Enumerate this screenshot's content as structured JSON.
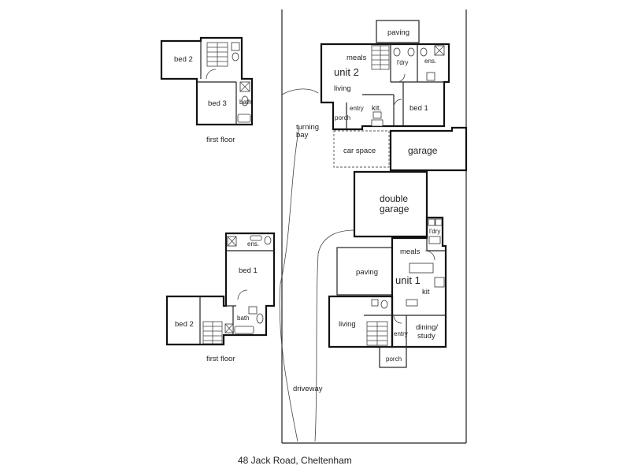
{
  "caption": "48 Jack Road, Cheltenham",
  "first_floor_top": {
    "bed2": "bed 2",
    "bed3": "bed 3",
    "bath": "bath",
    "floor_label": "first floor"
  },
  "first_floor_bottom": {
    "bed1": "bed 1",
    "ens": "ens.",
    "bed2": "bed 2",
    "bath": "bath",
    "floor_label": "first floor"
  },
  "site": {
    "turning_bay_1": "turning",
    "turning_bay_2": "bay",
    "driveway": "driveway",
    "car_space": "car space",
    "garage": "garage",
    "double_garage_1": "double",
    "double_garage_2": "garage"
  },
  "unit2": {
    "title": "unit 2",
    "paving": "paving",
    "meals": "meals",
    "living": "living",
    "entry": "entry",
    "porch": "porch",
    "kit": "kit.",
    "bed1": "bed 1",
    "ldry": "l'dry",
    "ens": "ens."
  },
  "unit1": {
    "title": "unit 1",
    "meals": "meals",
    "ldry": "l'dry",
    "paving": "paving",
    "kit": "kit",
    "living": "living",
    "dining_1": "dining/",
    "dining_2": "study",
    "entry": "entry",
    "porch": "porch"
  }
}
